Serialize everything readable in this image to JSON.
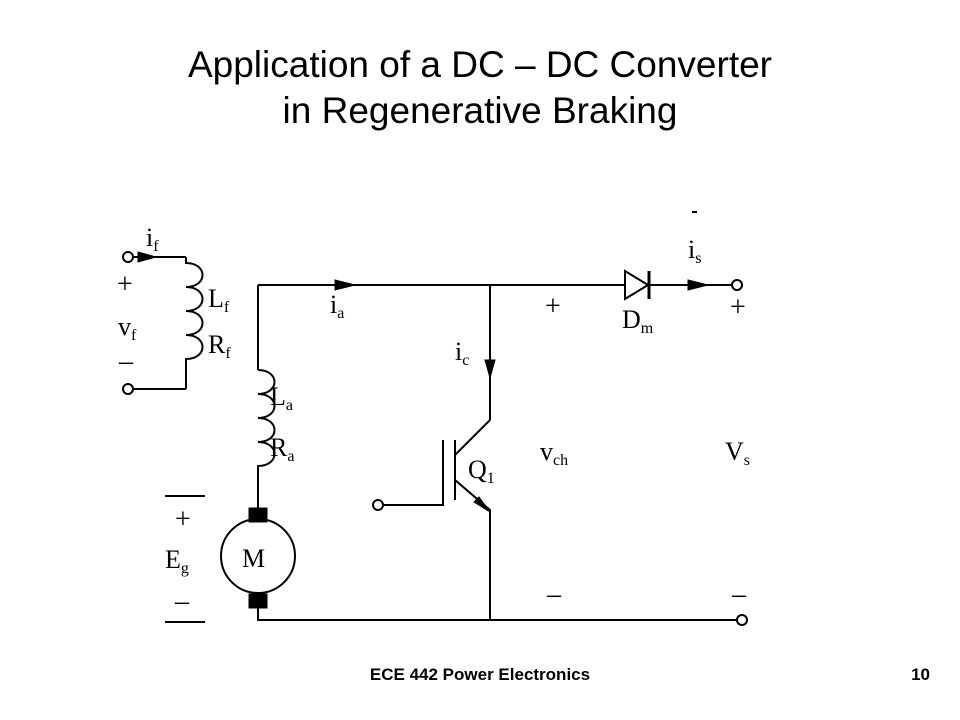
{
  "slide": {
    "title_line1": "Application of a DC – DC Converter",
    "title_line2": "in Regenerative Braking",
    "footer_course": "ECE 442 Power Electronics",
    "footer_page": "10"
  },
  "diagram": {
    "field": {
      "current": "i",
      "current_sub": "f",
      "voltage": "v",
      "voltage_sub": "f",
      "inductor": "L",
      "inductor_sub": "f",
      "resistor": "R",
      "resistor_sub": "f",
      "plus": "+",
      "minus": "–"
    },
    "armature": {
      "current": "i",
      "current_sub": "a",
      "inductor": "L",
      "inductor_sub": "a",
      "resistor": "R",
      "resistor_sub": "a"
    },
    "motor": {
      "label": "M",
      "emf": "E",
      "emf_sub": "g",
      "plus": "+",
      "minus": "–"
    },
    "switch": {
      "current": "i",
      "current_sub": "c",
      "name": "Q",
      "name_sub": "1"
    },
    "chopper": {
      "voltage": "v",
      "voltage_sub": "ch",
      "plus": "+",
      "minus": "–"
    },
    "diode": {
      "name": "D",
      "name_sub": "m"
    },
    "source": {
      "current": "i",
      "current_sub": "s",
      "voltage": "V",
      "voltage_sub": "s",
      "plus": "+",
      "minus": "–"
    }
  }
}
